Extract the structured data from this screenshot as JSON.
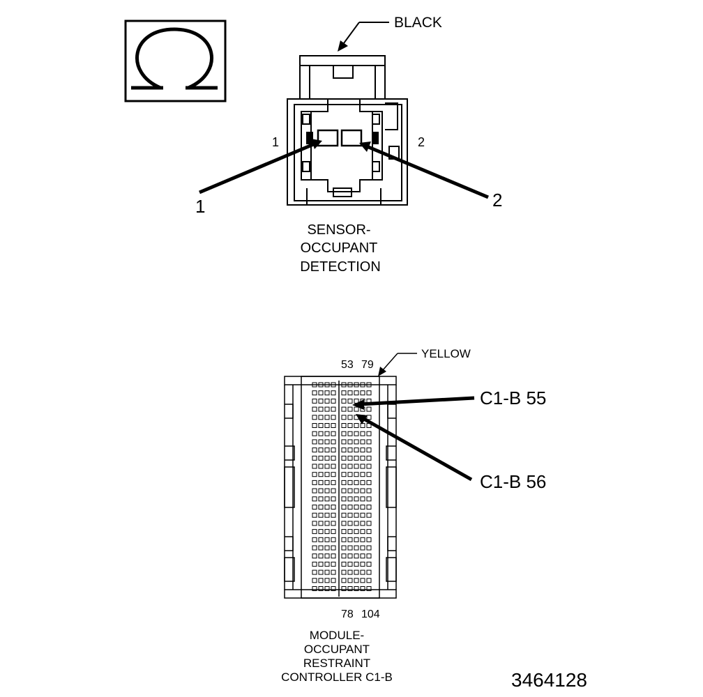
{
  "symbol": {
    "icon": "ohm-icon"
  },
  "sensor_connector": {
    "color_label": "BLACK",
    "cavity_label_left": "1",
    "cavity_label_right": "2",
    "callout_left": "1",
    "callout_right": "2",
    "title_lines": [
      "SENSOR-",
      "OCCUPANT",
      "DETECTION"
    ]
  },
  "module_connector": {
    "color_label": "YELLOW",
    "top_pin_labels": [
      "53",
      "79"
    ],
    "bottom_pin_labels": [
      "78",
      "104"
    ],
    "callouts": [
      "C1-B 55",
      "C1-B 56"
    ],
    "title_lines": [
      "MODULE-",
      "OCCUPANT",
      "RESTRAINT",
      "CONTROLLER C1-B"
    ]
  },
  "figure_number": "3464128"
}
